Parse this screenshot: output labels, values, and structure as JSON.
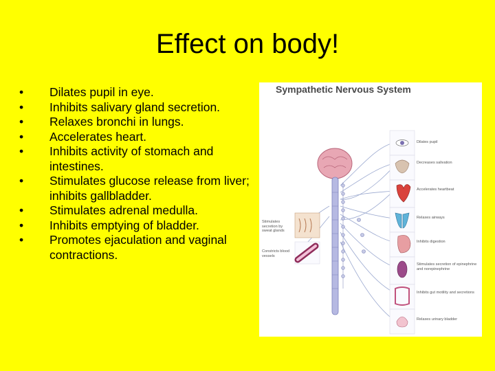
{
  "slide": {
    "title": "Effect on body!",
    "bullet_char": "•",
    "bullets": [
      "Dilates pupil in eye.",
      "Inhibits salivary gland secretion.",
      "Relaxes bronchi in lungs.",
      "Accelerates heart.",
      "Inhibits activity of stomach and intestines.",
      "Stimulates glucose release from liver; inhibits gallbladder.",
      "Stimulates adrenal medulla.",
      "Inhibits emptying of bladder.",
      "Promotes ejaculation and vaginal contractions."
    ]
  },
  "figure": {
    "title": "Sympathetic Nervous System",
    "right_labels": [
      "Dilates pupil",
      "Decreases salivation",
      "Accelerates heartbeat",
      "Relaxes airways",
      "Inhibits digestion",
      "Stimulates secretion of epinephrine and norepinephrine",
      "Inhibits gut motility and secretions",
      "Relaxes urinary bladder"
    ],
    "left_labels": [
      "Stimulates secretion by sweat glands",
      "Constricts blood vessels"
    ]
  }
}
